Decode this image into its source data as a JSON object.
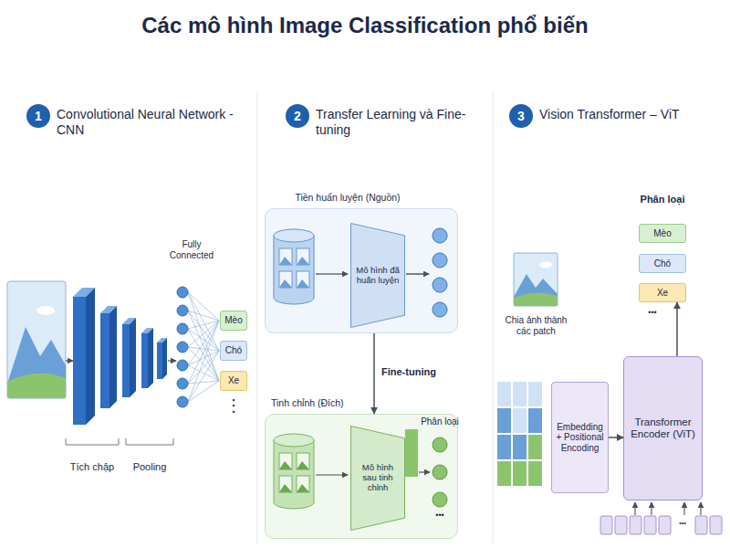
{
  "diagram": {
    "title": "Các mô hình Image Classification phổ biến",
    "nodes": [
      {
        "text": [
          "1"
        ]
      },
      {
        "text": [
          "Mèo"
        ]
      },
      {
        "text": [
          "Chó"
        ]
      },
      {
        "text": [
          "Xe"
        ]
      },
      {
        "text": [
          "2"
        ]
      },
      {
        "text": [
          "Tiền huấn luyện (Nguồn)"
        ]
      },
      {
        "text": [
          "Mô hình đã huấn luyện"
        ],
        "in": 5
      },
      {
        "text": [
          "Tinh chỉnh (Đích)"
        ]
      },
      {
        "text": [
          "Mô hình sau tinh chỉnh"
        ],
        "in": 7
      },
      {
        "text": [
          "3"
        ]
      },
      {
        "text": [
          "Mèo"
        ]
      },
      {
        "text": [
          "Chó"
        ]
      },
      {
        "text": [
          "Xe"
        ]
      },
      {
        "text": [
          "Embedding + Positional Encoding"
        ]
      },
      {
        "text": [
          "Transformer Encoder (ViT)"
        ]
      }
    ],
    "edges": [
      {
        "from": 5,
        "to": 7,
        "arrow": "to",
        "label": "Fine-tuning"
      },
      {
        "from": 13,
        "to": 14,
        "arrow": "to"
      },
      {
        "from": 14,
        "to": 12,
        "arrow": "to"
      }
    ],
    "labels": [
      "Convolutional Neural Network - CNN",
      "Fully Connected",
      "⋮",
      "Tích chập",
      "Pooling",
      "Transfer Learning và Fine-tuning",
      "Phân loại",
      "•••",
      "Vision Transformer – ViT",
      "Phân loại",
      "•••",
      "Chia ảnh thành các patch",
      "•••"
    ]
  }
}
